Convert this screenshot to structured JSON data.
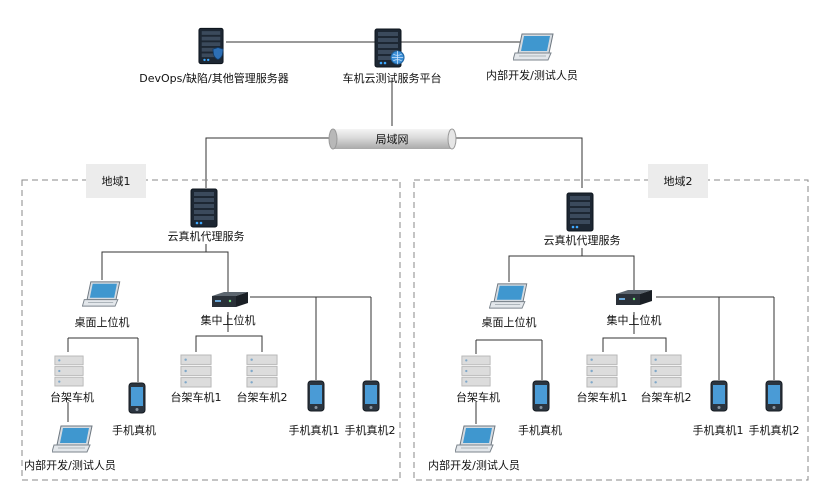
{
  "top": {
    "devops": "DevOps/缺陷/其他管理服务器",
    "platform": "车机云测试服务平台",
    "staff": "内部开发/测试人员"
  },
  "network": "局域网",
  "regions": [
    {
      "title": "地域1",
      "proxy": "云真机代理服务",
      "desktop": "桌面上位机",
      "central": "集中上位机",
      "rack": "台架车机",
      "phone": "手机真机",
      "rack1": "台架车机1",
      "rack2": "台架车机2",
      "phone1": "手机真机1",
      "phone2": "手机真机2",
      "staff": "内部开发/测试人员"
    },
    {
      "title": "地域2",
      "proxy": "云真机代理服务",
      "desktop": "桌面上位机",
      "central": "集中上位机",
      "rack": "台架车机",
      "phone": "手机真机",
      "rack1": "台架车机1",
      "rack2": "台架车机2",
      "phone1": "手机真机1",
      "phone2": "手机真机2",
      "staff": "内部开发/测试人员"
    }
  ]
}
